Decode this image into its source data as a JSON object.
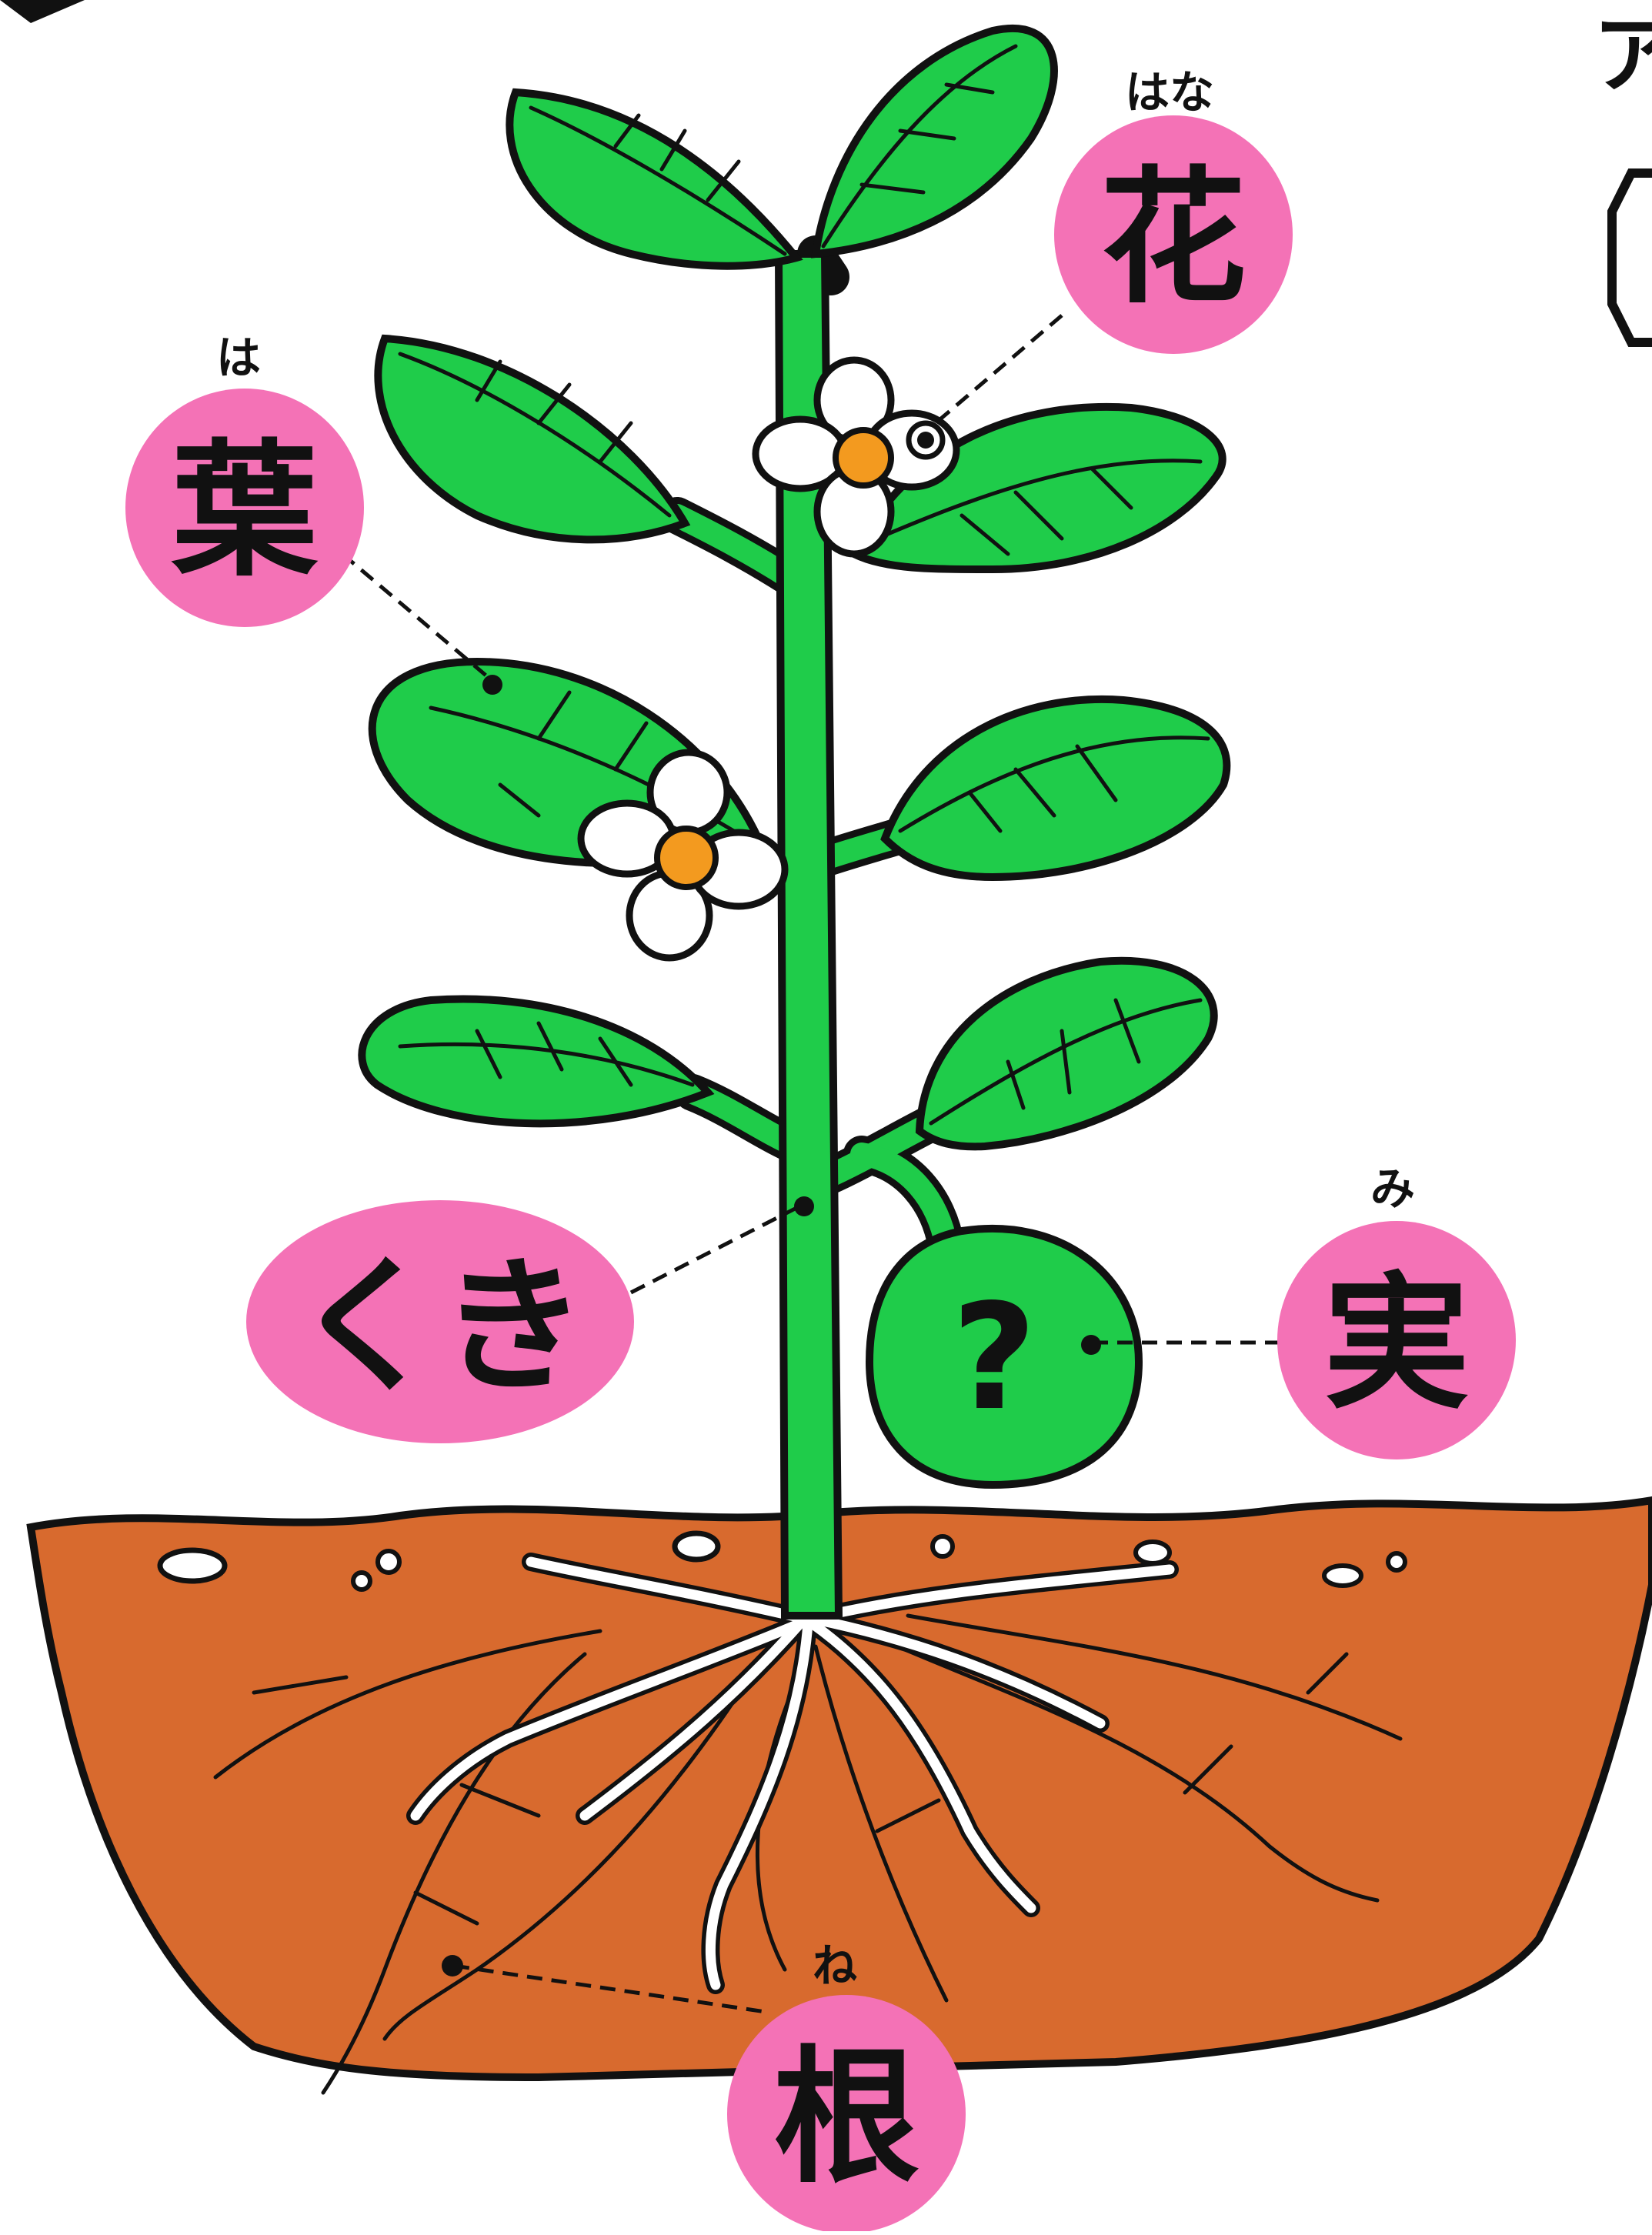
{
  "colors": {
    "leaf": "#1fcc4a",
    "outline": "#111111",
    "soil": "#d86a2e",
    "label_bubble": "#f472b6",
    "flower_center": "#f39a1f",
    "petal": "#ffffff",
    "root": "#ffffff"
  },
  "labels": {
    "flower": {
      "kanji": "花",
      "reading": "はな"
    },
    "leaf": {
      "kanji": "葉",
      "reading": "は"
    },
    "stem": {
      "text": "くき"
    },
    "fruit": {
      "kanji": "実",
      "reading": "み",
      "mark": "?"
    },
    "root": {
      "kanji": "根",
      "reading": "ね"
    }
  },
  "edge_text": {
    "top_right_glyph": "ア"
  },
  "icons": {
    "plant": "plant-illustration",
    "flower": "flower-icon",
    "fruit": "fruit-icon",
    "soil": "soil-illustration",
    "roots": "roots-illustration"
  }
}
